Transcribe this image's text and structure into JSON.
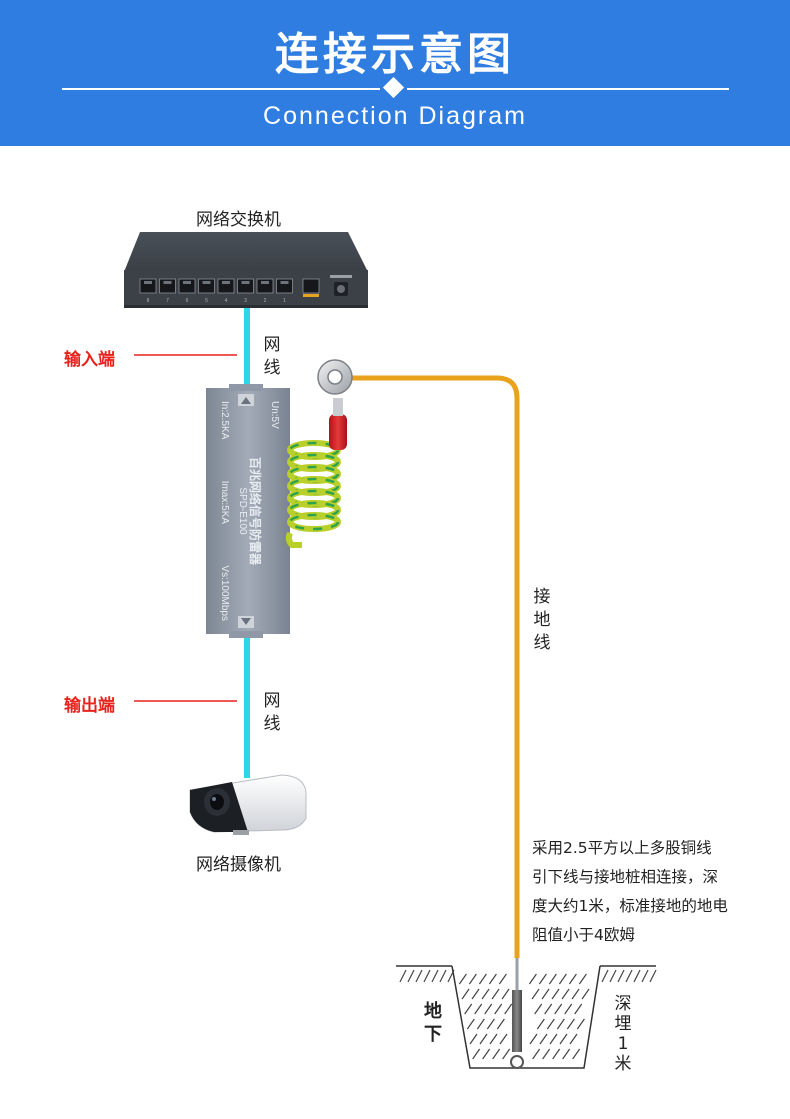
{
  "header": {
    "title_cn": "连接示意图",
    "title_en": "Connection Diagram"
  },
  "switch": {
    "label": "网络交换机",
    "port_numbers": [
      "8",
      "7",
      "6",
      "5",
      "4",
      "3",
      "2",
      "1"
    ]
  },
  "input_label": "输入端",
  "output_label": "输出端",
  "cable_label_top": "网线",
  "cable_label_bottom": "网线",
  "arrester": {
    "name": "百兆网络信号防雷器",
    "model": "SPD-E100",
    "spec1": "Un:5V",
    "spec2": "In:2.5KA",
    "spec3": "Imax:5KA",
    "spec4": "Vs:100Mbps"
  },
  "ground_wire_label": "接地线",
  "camera_label": "网络摄像机",
  "note_lines": [
    "采用2.5平方以上多股铜线",
    "引下线与接地桩相连接，深",
    "度大约1米，标准接地的地电",
    "阻值小于4欧姆"
  ],
  "underground_label": "地下",
  "depth_label": "深埋1米",
  "colors": {
    "header_bg": "#2f7de1",
    "cable": "#2fd6e6",
    "ground_wire": "#e8a21e",
    "label_red": "#e8231c",
    "device_body": "#8f98a6"
  }
}
